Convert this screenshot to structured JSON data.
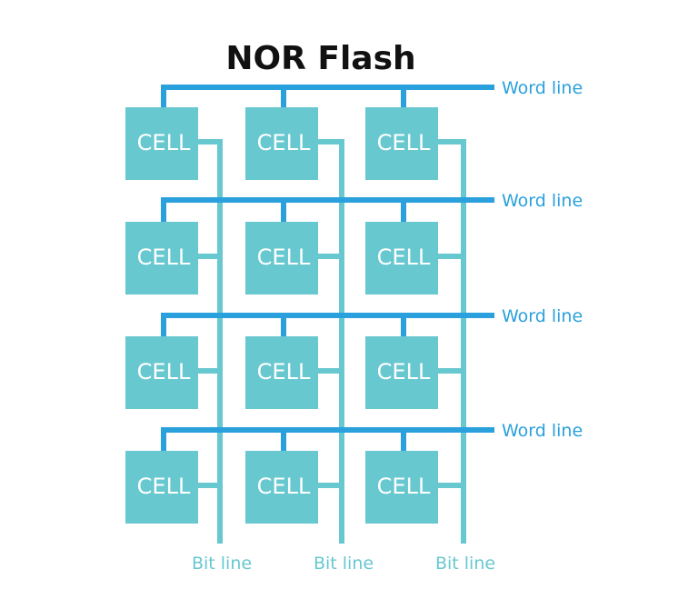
{
  "title": "NOR Flash",
  "cell_label": "CELL",
  "word_line_label": "Word line",
  "bit_line_label": "Bit line",
  "rows": 4,
  "columns": 3,
  "colors": {
    "word_line": "#2aa0dc",
    "bit_line": "#68c8d0",
    "cell_fill": "#68c8d0",
    "cell_text": "#ffffff",
    "title": "#111111"
  }
}
